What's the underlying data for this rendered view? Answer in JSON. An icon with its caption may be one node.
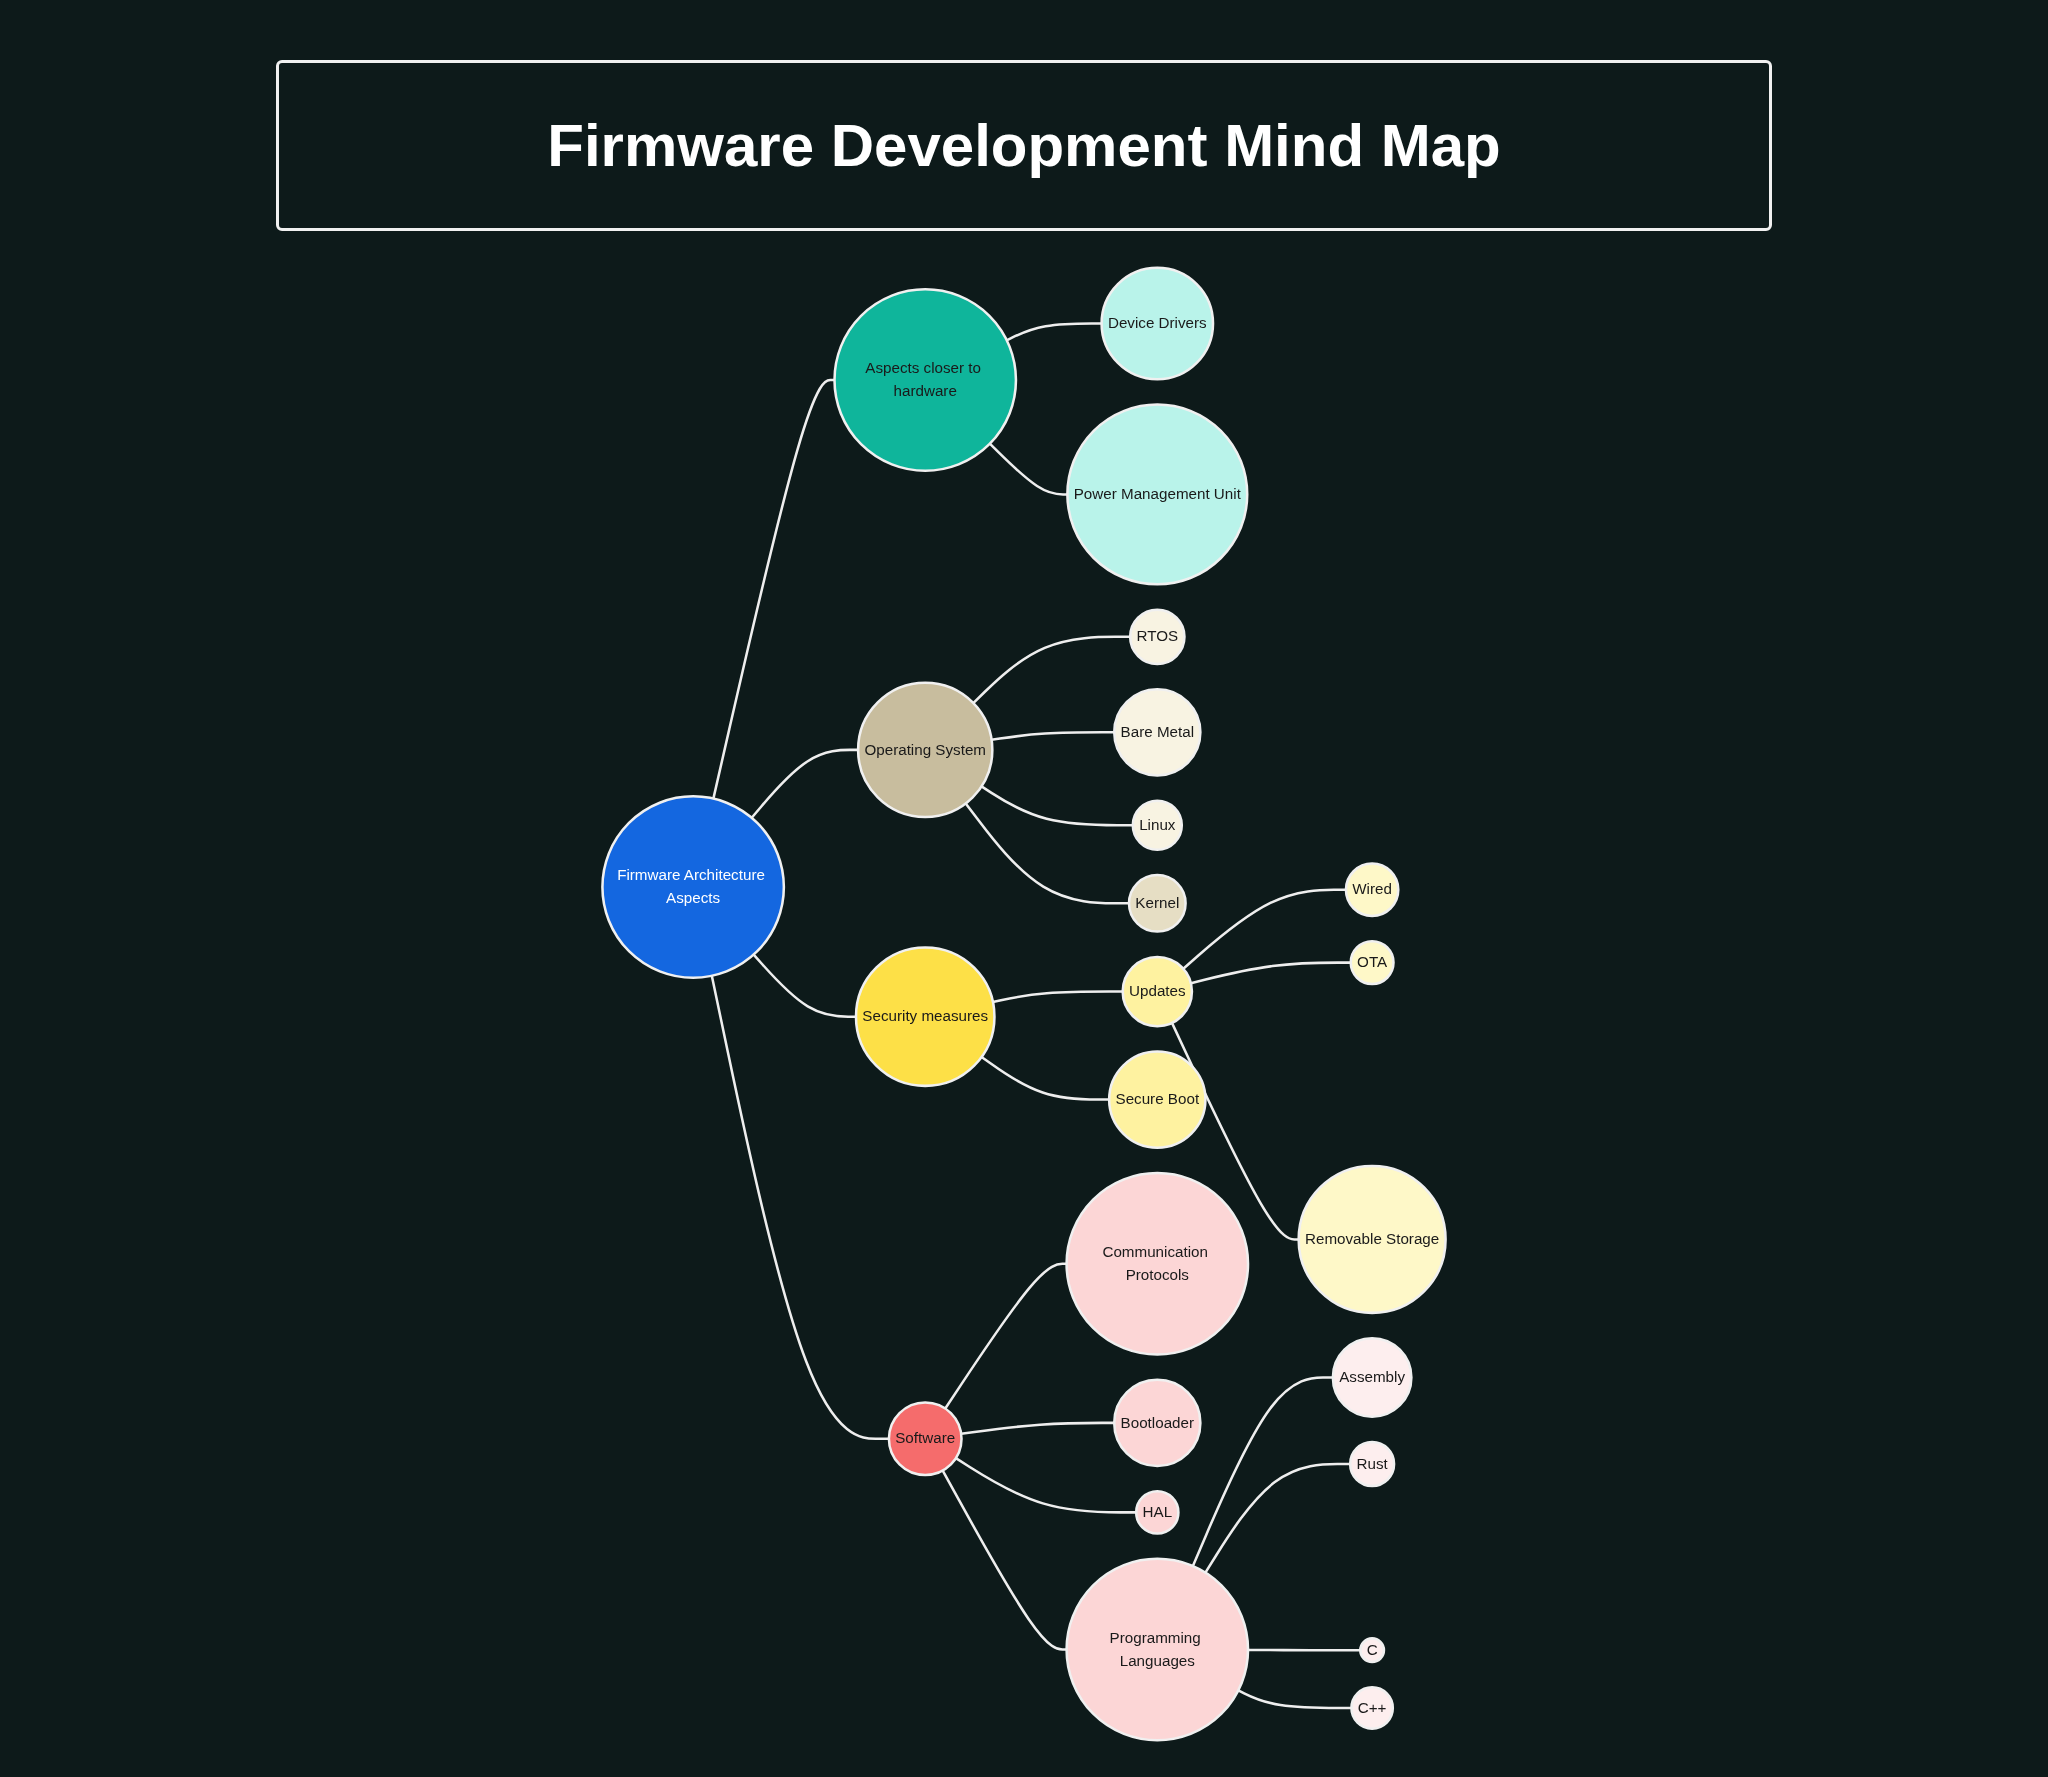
{
  "diagram": {
    "title": "Firmware Development Mind Map",
    "nodes": [
      {
        "text": [
          "Firmware Architecture Aspects"
        ]
      },
      {
        "text": [
          "Aspects closer to hardware"
        ]
      },
      {
        "text": [
          "Device Drivers"
        ]
      },
      {
        "text": [
          "Power Management Unit"
        ]
      },
      {
        "text": [
          "Operating System"
        ]
      },
      {
        "text": [
          "RTOS"
        ]
      },
      {
        "text": [
          "Bare Metal"
        ]
      },
      {
        "text": [
          "Linux"
        ]
      },
      {
        "text": [
          "Kernel"
        ]
      },
      {
        "text": [
          "Security measures"
        ]
      },
      {
        "text": [
          "Updates"
        ]
      },
      {
        "text": [
          "Wired"
        ]
      },
      {
        "text": [
          "OTA"
        ]
      },
      {
        "text": [
          "Removable Storage"
        ]
      },
      {
        "text": [
          "Secure Boot"
        ]
      },
      {
        "text": [
          "Software"
        ]
      },
      {
        "text": [
          "Communication Protocols"
        ]
      },
      {
        "text": [
          "Bootloader"
        ]
      },
      {
        "text": [
          "HAL"
        ]
      },
      {
        "text": [
          "Programming Languages"
        ]
      },
      {
        "text": [
          "Assembly"
        ]
      },
      {
        "text": [
          "Rust"
        ]
      },
      {
        "text": [
          "C"
        ]
      },
      {
        "text": [
          "C++"
        ]
      }
    ],
    "edges": [
      {
        "from": 0,
        "to": 1,
        "arrow": "none"
      },
      {
        "from": 1,
        "to": 2,
        "arrow": "none"
      },
      {
        "from": 1,
        "to": 3,
        "arrow": "none"
      },
      {
        "from": 0,
        "to": 4,
        "arrow": "none"
      },
      {
        "from": 4,
        "to": 5,
        "arrow": "none"
      },
      {
        "from": 4,
        "to": 6,
        "arrow": "none"
      },
      {
        "from": 4,
        "to": 7,
        "arrow": "none"
      },
      {
        "from": 4,
        "to": 8,
        "arrow": "none"
      },
      {
        "from": 0,
        "to": 9,
        "arrow": "none"
      },
      {
        "from": 9,
        "to": 10,
        "arrow": "none"
      },
      {
        "from": 10,
        "to": 11,
        "arrow": "none"
      },
      {
        "from": 10,
        "to": 12,
        "arrow": "none"
      },
      {
        "from": 10,
        "to": 13,
        "arrow": "none"
      },
      {
        "from": 9,
        "to": 14,
        "arrow": "none"
      },
      {
        "from": 0,
        "to": 15,
        "arrow": "none"
      },
      {
        "from": 15,
        "to": 16,
        "arrow": "none"
      },
      {
        "from": 15,
        "to": 17,
        "arrow": "none"
      },
      {
        "from": 15,
        "to": 18,
        "arrow": "none"
      },
      {
        "from": 15,
        "to": 19,
        "arrow": "none"
      },
      {
        "from": 19,
        "to": 20,
        "arrow": "none"
      },
      {
        "from": 19,
        "to": 21,
        "arrow": "none"
      },
      {
        "from": 19,
        "to": 22,
        "arrow": "none"
      },
      {
        "from": 19,
        "to": 23,
        "arrow": "none"
      }
    ]
  }
}
